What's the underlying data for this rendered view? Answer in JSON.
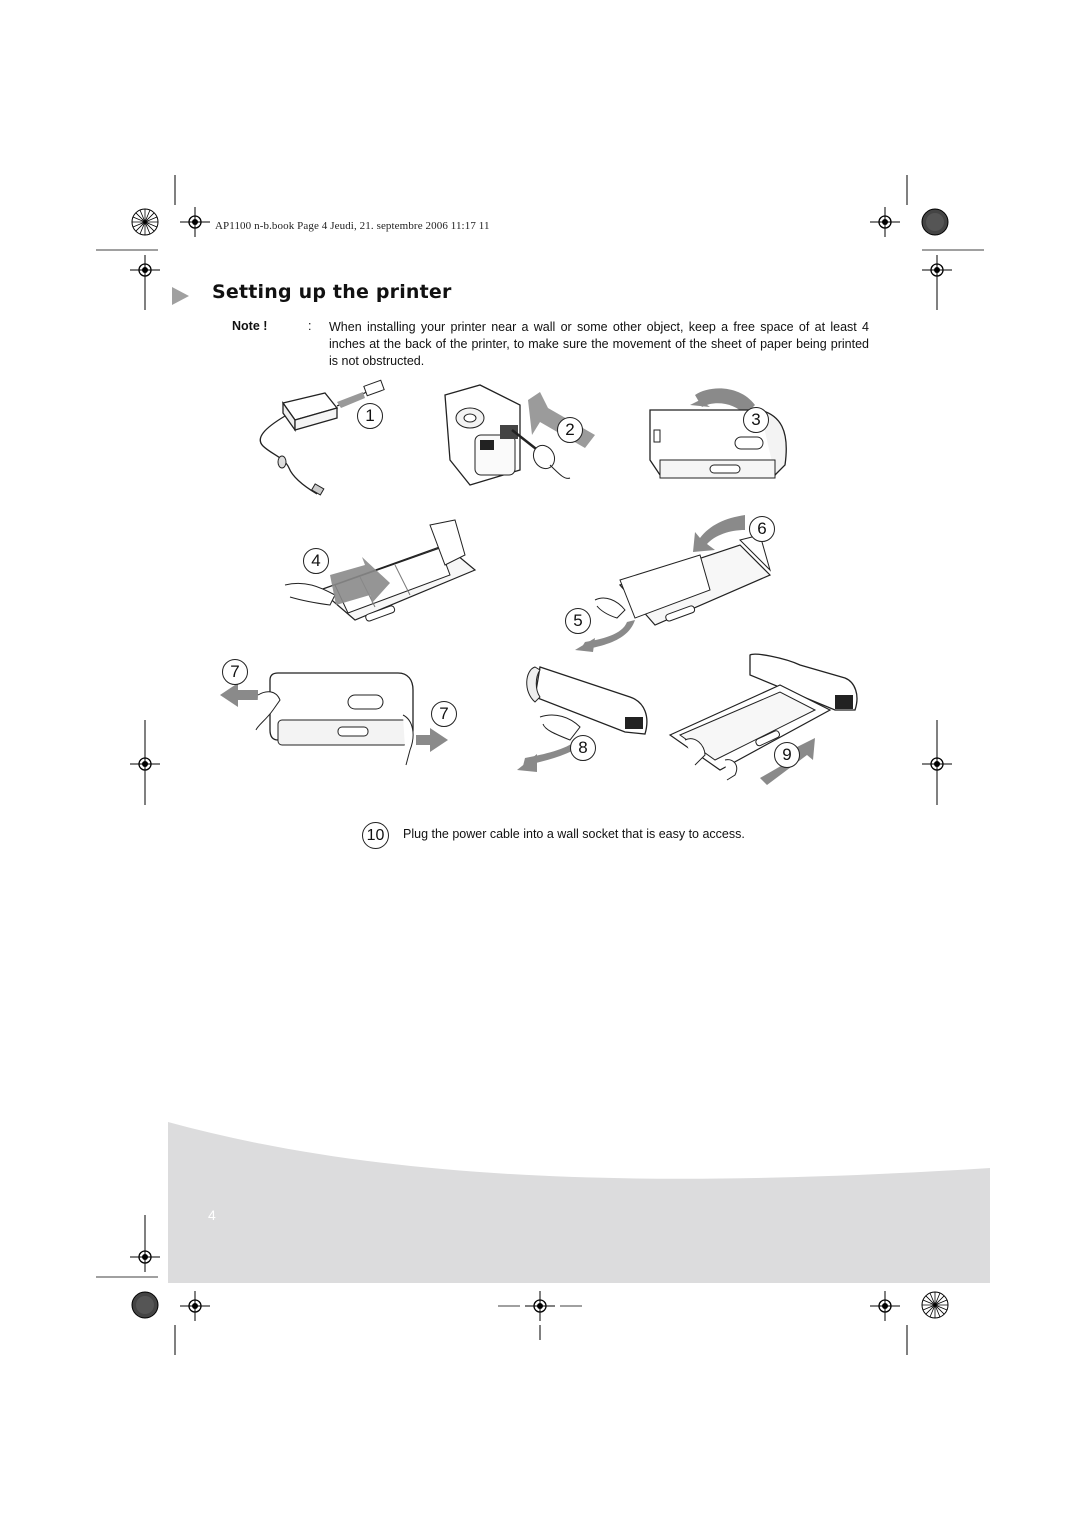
{
  "header": {
    "file_info": "AP1100 n-b.book  Page 4  Jeudi, 21. septembre 2006  11:17 11"
  },
  "section": {
    "title": "Setting up the printer"
  },
  "note": {
    "label": "Note !",
    "colon": ":",
    "text": "When installing your printer near a wall or some other object, keep a free space of at least 4 inches at the back of the printer, to make sure the movement of the sheet of paper being printed is not obstructed."
  },
  "steps": {
    "s1": "1",
    "s2": "2",
    "s3": "3",
    "s4": "4",
    "s5": "5",
    "s6": "6",
    "s7a": "7",
    "s7b": "7",
    "s8": "8",
    "s9": "9",
    "s10": "10",
    "s10_text": "Plug the power cable into a wall socket that is easy to access."
  },
  "footer": {
    "page_number": "4"
  },
  "colors": {
    "footer_band": "#dcdcdd",
    "arrow_gray": "#8a8a8a",
    "title_arrow": "#a0a0a0"
  }
}
